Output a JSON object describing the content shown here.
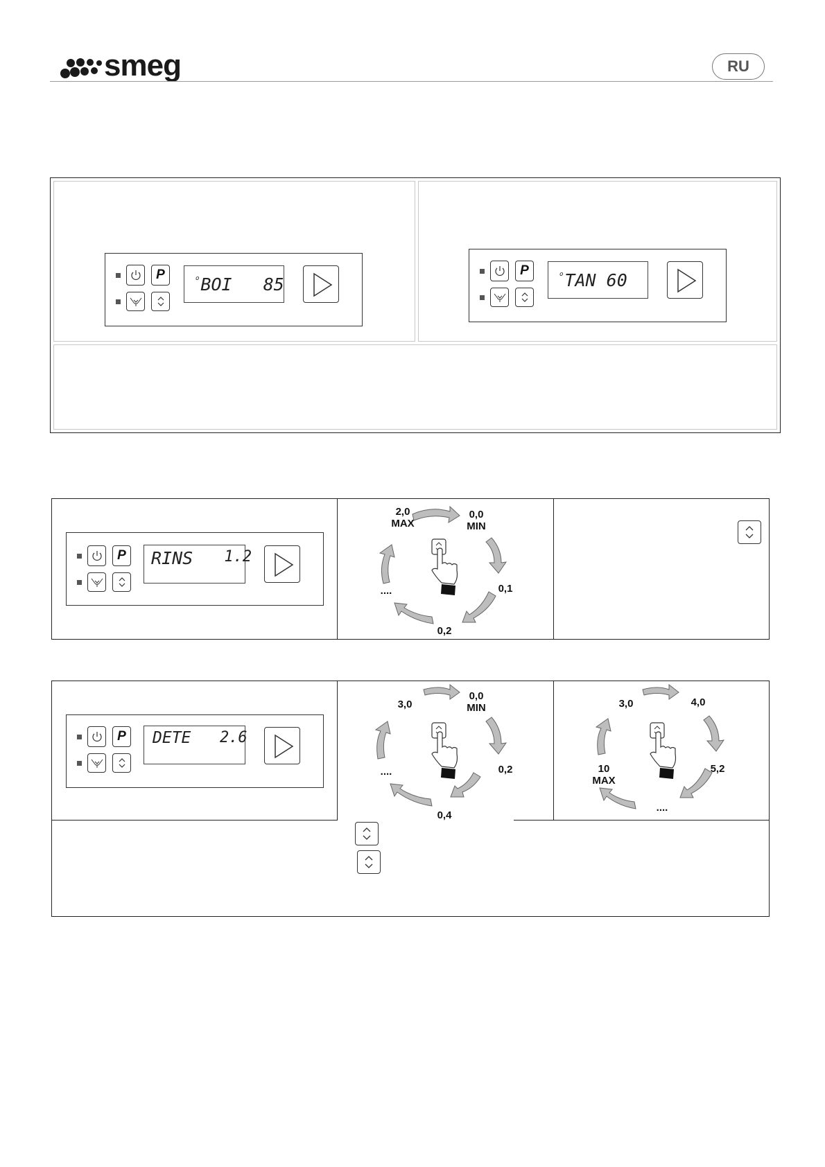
{
  "header": {
    "brand": "smeg",
    "lang_badge": "RU"
  },
  "panel_boiler": {
    "display_label": "BOI",
    "display_value": "85"
  },
  "panel_tank": {
    "display_label": "TAN",
    "display_value": "60"
  },
  "panel_rinse": {
    "display_label": "RINS",
    "display_value": "1.2",
    "cycle_labels": {
      "top_left": "2,0\nMAX",
      "top_right": "0,0\nMIN",
      "right": "0,1",
      "bottom": "0,2",
      "left": "...."
    }
  },
  "panel_detergent": {
    "display_label": "DETE",
    "display_value": "2.6",
    "cycle1_labels": {
      "top_left": "3,0",
      "top_right": "0,0\nMIN",
      "right": "0,2",
      "bottom": "0,4",
      "left": "...."
    },
    "cycle2_labels": {
      "top_left": "3,0",
      "top_right": "4,0",
      "right": "5,2",
      "bottom": "....",
      "left": "10\nMAX"
    }
  },
  "icons": {
    "power": "power-icon",
    "program": "P",
    "drain": "drain-icon",
    "updown": "up-down-icon",
    "play": "play-icon",
    "hand": "hand-pointer-icon"
  }
}
